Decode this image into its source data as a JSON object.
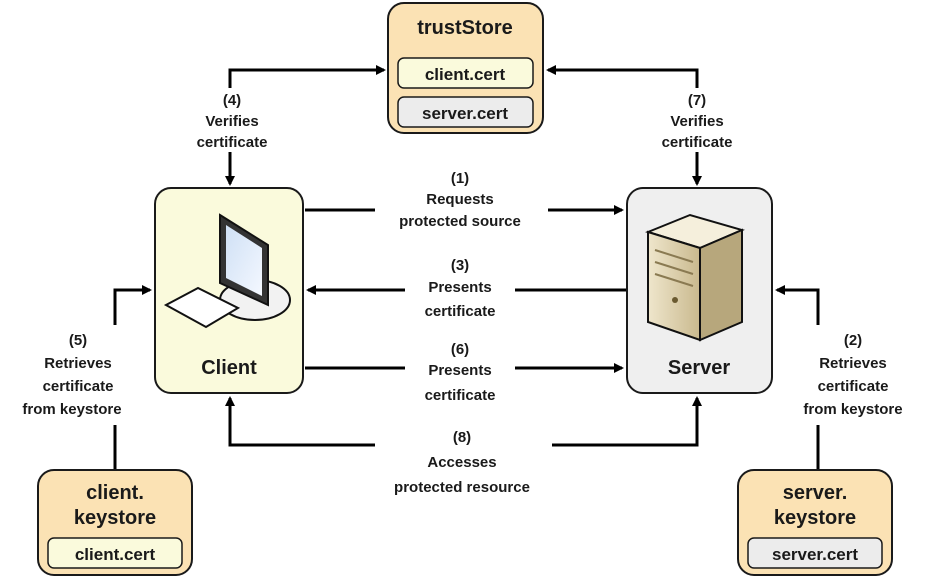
{
  "colors": {
    "store_fill": "#fbe2b4",
    "client_fill": "#fafadc",
    "server_fill": "#efefef",
    "cert_client_fill": "#fafadc",
    "cert_server_fill": "#ececec",
    "stroke": "#1a1a1a"
  },
  "trust_store": {
    "title": "trustStore",
    "certs": [
      "client.cert",
      "server.cert"
    ]
  },
  "client": {
    "label": "Client",
    "icon": "desktop-computer-icon"
  },
  "server": {
    "label": "Server",
    "icon": "server-tower-icon"
  },
  "client_keystore": {
    "title_lines": [
      "client.",
      "keystore"
    ],
    "cert": "client.cert"
  },
  "server_keystore": {
    "title_lines": [
      "server.",
      "keystore"
    ],
    "cert": "server.cert"
  },
  "steps": {
    "s1": [
      "(1)",
      "Requests",
      "protected source"
    ],
    "s2": [
      "(2)",
      "Retrieves",
      "certificate",
      "from keystore"
    ],
    "s3": [
      "(3)",
      "Presents",
      "certificate"
    ],
    "s4": [
      "(4)",
      "Verifies",
      "certificate"
    ],
    "s5": [
      "(5)",
      "Retrieves",
      "certificate",
      "from keystore"
    ],
    "s6": [
      "(6)",
      "Presents",
      "certificate"
    ],
    "s7": [
      "(7)",
      "Verifies",
      "certificate"
    ],
    "s8": [
      "(8)",
      "Accesses",
      "protected resource"
    ]
  }
}
